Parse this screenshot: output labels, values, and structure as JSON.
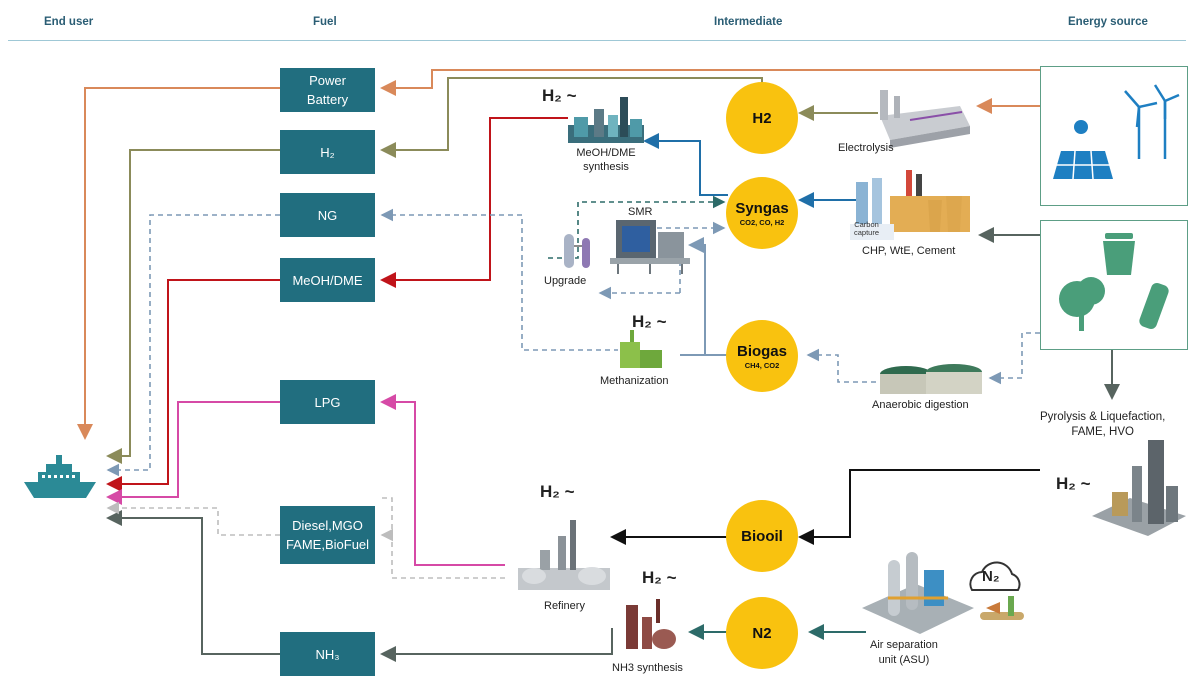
{
  "headers": {
    "end_user": "End user",
    "fuel": "Fuel",
    "intermediate": "Intermediate",
    "energy_source": "Energy source"
  },
  "fuels": {
    "power_battery": [
      "Power",
      "Battery"
    ],
    "h2": "H₂",
    "ng": "NG",
    "meoh_dme": "MeOH/DME",
    "lpg": "LPG",
    "diesel": [
      "Diesel,MGO",
      "FAME,BioFuel"
    ],
    "nh3": "NH₃"
  },
  "intermediates": {
    "h2": {
      "title": "H2"
    },
    "syngas": {
      "title": "Syngas",
      "sub": "CO2, CO, H2"
    },
    "biogas": {
      "title": "Biogas",
      "sub": "CH4, CO2"
    },
    "biooil": {
      "title": "Biooil"
    },
    "n2": {
      "title": "N2"
    }
  },
  "processes": {
    "meoh_synthesis": [
      "MeOH/DME",
      "synthesis"
    ],
    "smr": "SMR",
    "upgrade": "Upgrade",
    "methanization": "Methanization",
    "electrolysis": "Electrolysis",
    "chp": "CHP, WtE, Cement",
    "carbon_capture": [
      "Carbon",
      "capture"
    ],
    "anaerobic": "Anaerobic digestion",
    "pyrolysis": [
      "Pyrolysis & Liquefaction,",
      "FAME, HVO"
    ],
    "refinery": "Refinery",
    "nh3_synthesis": "NH3 synthesis",
    "asu": [
      "Air separation",
      "unit (ASU)"
    ],
    "n2_cloud": "N₂"
  },
  "h2_marker": {
    "symbol": "H₂",
    "wave": "~"
  },
  "colors": {
    "orange": "#d9895a",
    "olive": "#8b8b5a",
    "steel": "#7d99b5",
    "red": "#c0141a",
    "magenta": "#d64aa6",
    "lightgray": "#bdbdbd",
    "darkgray": "#57645f",
    "blue": "#1f6fa8",
    "teal": "#2d6b69",
    "black": "#111111",
    "fuel_box": "#216e7f",
    "circle": "#f9c20f",
    "src_border": "#5d9e86",
    "icon_blue": "#1e7fc2",
    "icon_green": "#4a9e7a"
  }
}
